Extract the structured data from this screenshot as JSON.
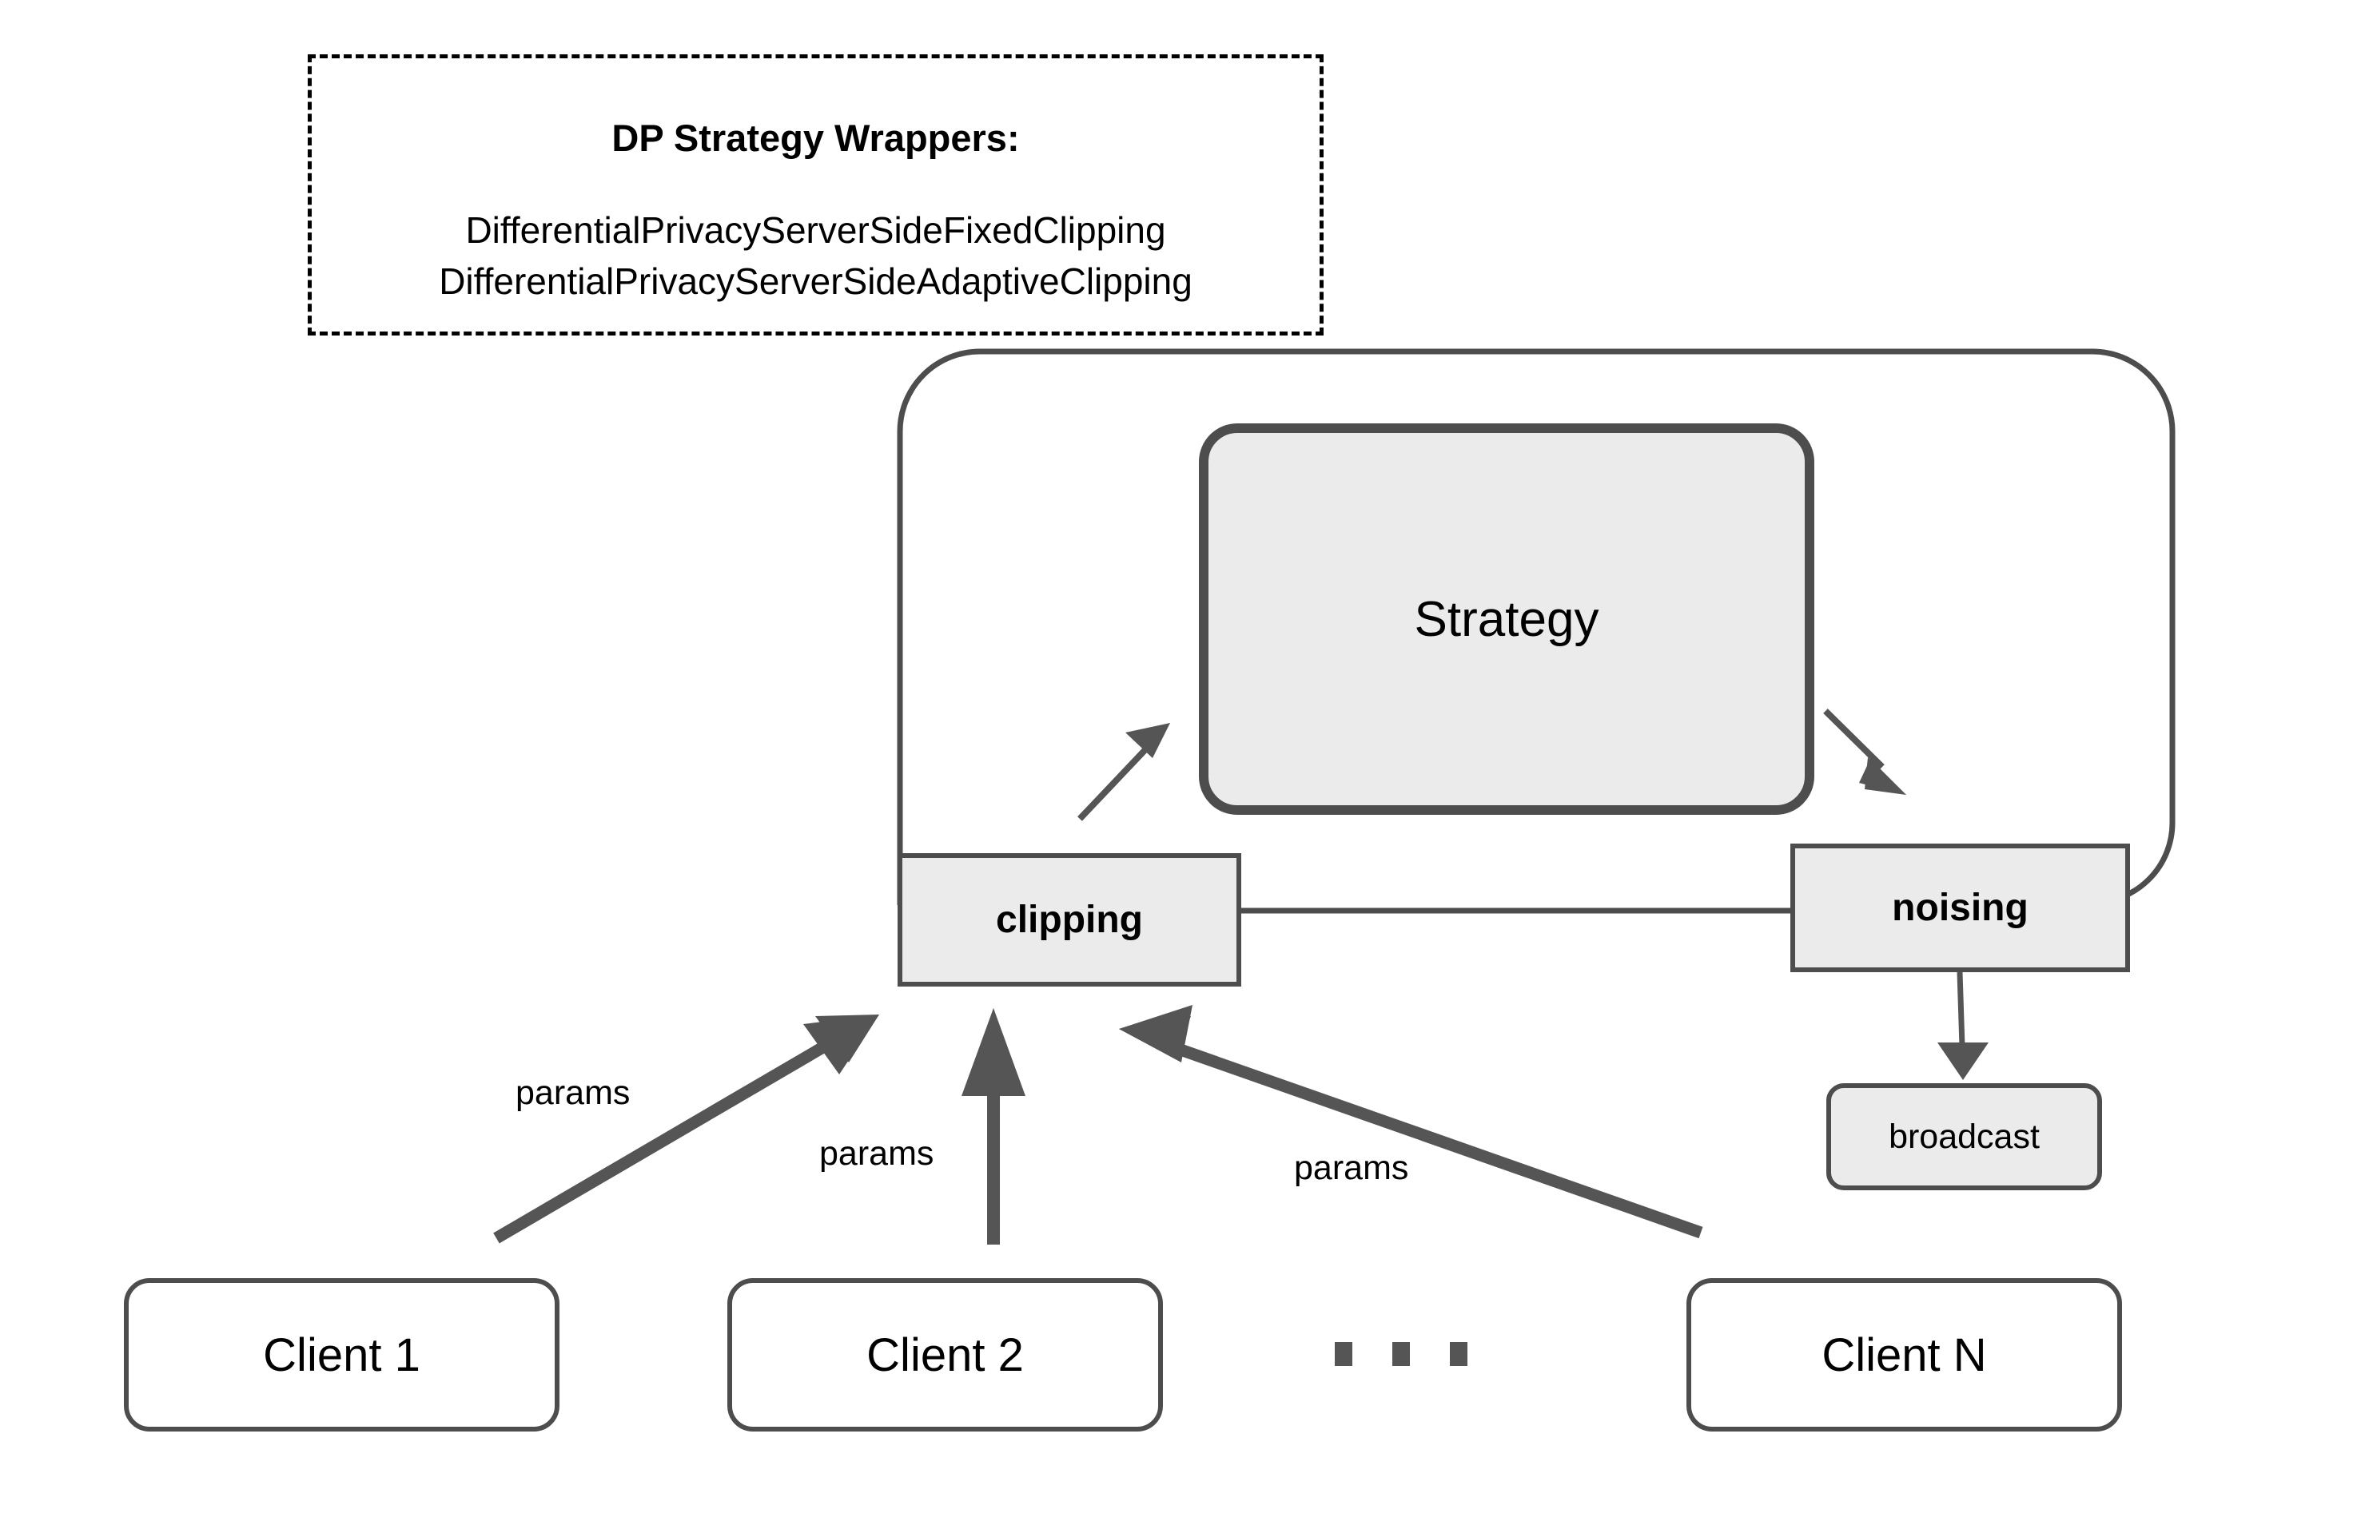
{
  "note": {
    "title": "DP Strategy Wrappers:",
    "lines": [
      "DifferentialPrivacyServerSideFixedClipping",
      "DifferentialPrivacyServerSideAdaptiveClipping"
    ]
  },
  "server": {
    "strategy_label": "Strategy",
    "clipping_label": "clipping",
    "noising_label": "noising",
    "broadcast_label": "broadcast"
  },
  "clients": [
    {
      "label": "Client 1"
    },
    {
      "label": "Client 2"
    },
    {
      "label": "Client N"
    }
  ],
  "ellipsis": "...",
  "edges": {
    "params_1": "params",
    "params_2": "params",
    "params_3": "params"
  },
  "colors": {
    "box_fill": "#ebebeb",
    "box_stroke": "#4d4d4d",
    "client_fill": "#ffffff",
    "arrow": "#555555",
    "dashed_border": "#000000",
    "text": "#000000",
    "background": "#ffffff"
  }
}
